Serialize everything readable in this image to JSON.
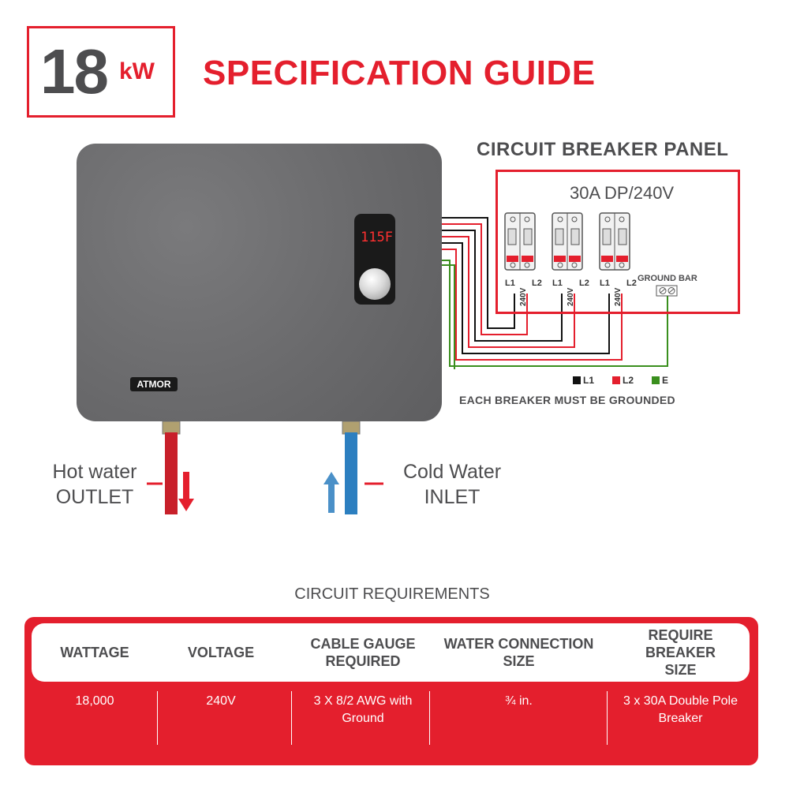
{
  "header": {
    "power_value": "18",
    "power_unit": "kW",
    "title": "SPECIFICATION GUIDE"
  },
  "heater": {
    "display_temp": "115F",
    "brand": "ATMOR"
  },
  "panel": {
    "title": "CIRCUIT BREAKER PANEL",
    "rating": "30A DP/240V",
    "breakers": [
      {
        "l1": "L1",
        "l2": "L2",
        "voltage": "240V"
      },
      {
        "l1": "L1",
        "l2": "L2",
        "voltage": "240V"
      },
      {
        "l1": "L1",
        "l2": "L2",
        "voltage": "240V"
      }
    ],
    "ground_bar": "GROUND BAR",
    "legend": [
      {
        "label": "L1",
        "color": "#111111"
      },
      {
        "label": "L2",
        "color": "#e41f2d"
      },
      {
        "label": "E",
        "color": "#3a8f1e"
      }
    ],
    "note": "EACH BREAKER MUST BE GROUNDED"
  },
  "water": {
    "hot_line1": "Hot water",
    "hot_line2": "OUTLET",
    "cold_line1": "Cold Water",
    "cold_line2": "INLET"
  },
  "requirements": {
    "title": "CIRCUIT REQUIREMENTS",
    "headers": [
      "WATTAGE",
      "VOLTAGE",
      "CABLE GAUGE REQUIRED",
      "WATER CONNECTION SIZE",
      "REQUIRE BREAKER SIZE"
    ],
    "values": [
      "18,000",
      "240V",
      "3 X 8/2 AWG with Ground",
      "¾ in.",
      "3 x 30A Double Pole Breaker"
    ]
  },
  "colors": {
    "accent": "#e41f2d",
    "text": "#4d4d4f",
    "ground": "#3a8f1e",
    "cold": "#2c7fc0"
  }
}
